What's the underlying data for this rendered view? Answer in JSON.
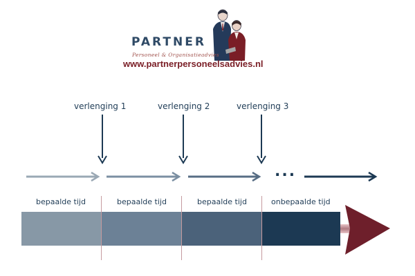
{
  "brand": {
    "name": "PARTNER",
    "tagline": "Personeel & Organisatieadvies",
    "url": "www.partnerpersoneelsadvies.nl"
  },
  "extensions": {
    "labels": [
      "verlenging 1",
      "verlenging 2",
      "verlenging 3"
    ],
    "ellipsis": "..."
  },
  "periods": [
    "bepaalde tijd",
    "bepaalde tijd",
    "bepaalde tijd",
    "onbepaalde tijd"
  ],
  "colors": {
    "segment_1": "#8798a6",
    "segment_2": "#6c8196",
    "segment_3": "#4b627a",
    "segment_4": "#1c3953",
    "arrowhead": "#6e1f2b",
    "text": "#1f3c56"
  }
}
